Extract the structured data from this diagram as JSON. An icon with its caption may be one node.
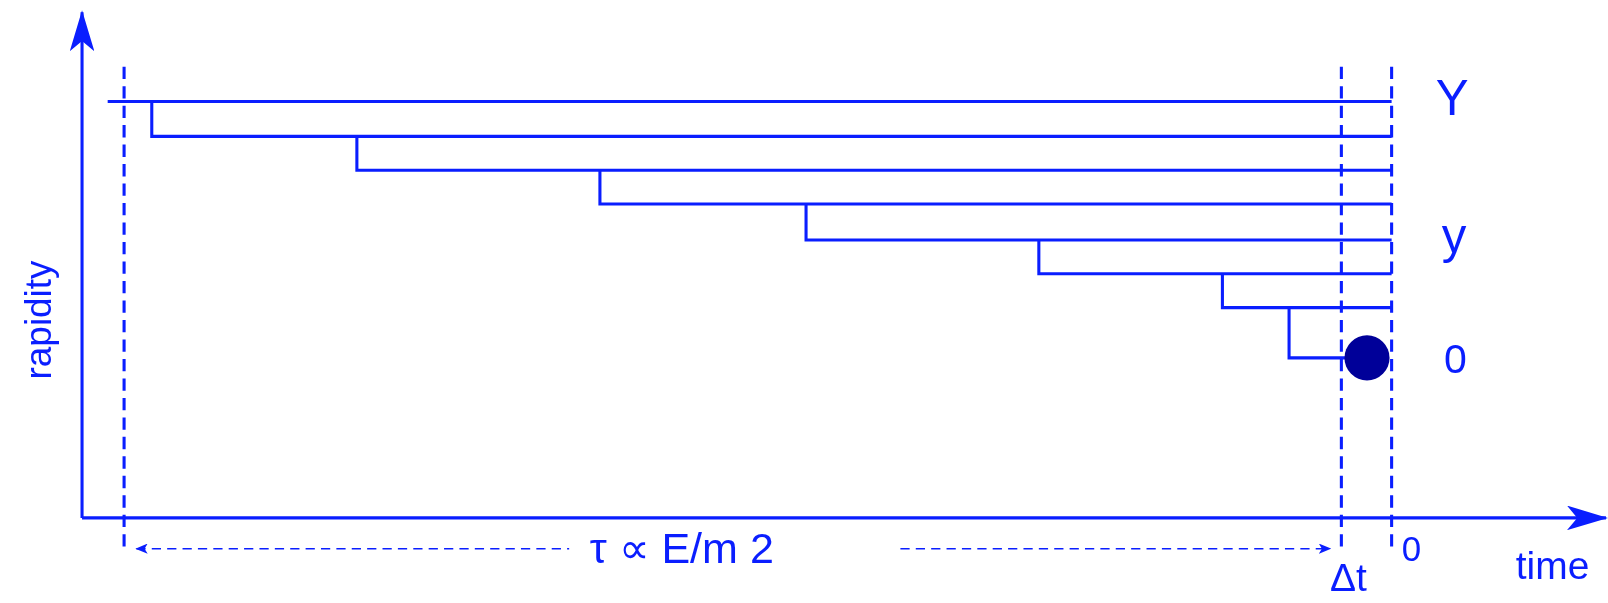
{
  "diagram": {
    "labels": [
      "Y",
      "y",
      "0",
      "rapidity",
      "τ ∝ E/m 2",
      "0",
      "Δt",
      "time"
    ]
  }
}
